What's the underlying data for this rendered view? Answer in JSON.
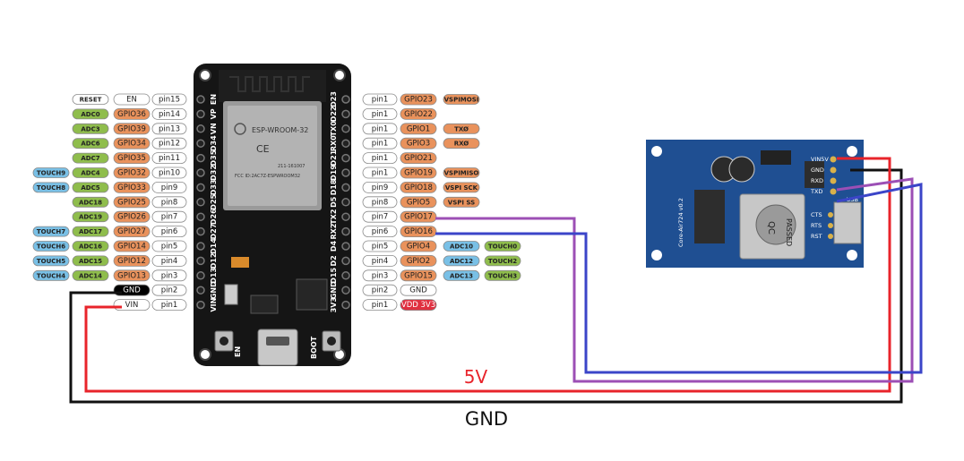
{
  "colors": {
    "gpio": "#e9925c",
    "adc": "#8fbd4c",
    "touch": "#79c0e6",
    "pin": "#ffffff",
    "vdd": "#e03040",
    "wire_red": "#e8242b",
    "wire_black": "#111111",
    "wire_purple": "#9c4fb5",
    "wire_blue": "#3b45c8",
    "board": "#151515",
    "module": "#1f4f92"
  },
  "esp32": {
    "module_label": "ESP-WROOM-32",
    "fcc_label": "FCC ID:2AC7Z-ESPWROOM32",
    "cert_number": "211-161007",
    "button_en": "EN",
    "button_boot": "BOOT",
    "left_pins": [
      {
        "pin": "pin15",
        "silk": "EN",
        "func": [
          "RESET"
        ],
        "name": "EN",
        "name_kind": "plain"
      },
      {
        "pin": "pin14",
        "silk": "VP",
        "func": [
          "ADC0"
        ],
        "name": "GPIO36",
        "name_kind": "gpio"
      },
      {
        "pin": "pin13",
        "silk": "VN",
        "func": [
          "ADC3"
        ],
        "name": "GPIO39",
        "name_kind": "gpio"
      },
      {
        "pin": "pin12",
        "silk": "D34",
        "func": [
          "ADC6"
        ],
        "name": "GPIO34",
        "name_kind": "gpio"
      },
      {
        "pin": "pin11",
        "silk": "D35",
        "func": [
          "ADC7"
        ],
        "name": "GPIO35",
        "name_kind": "gpio"
      },
      {
        "pin": "pin10",
        "silk": "D32",
        "func": [
          "TOUCH9",
          "ADC4"
        ],
        "name": "GPIO32",
        "name_kind": "gpio"
      },
      {
        "pin": "pin9",
        "silk": "D33",
        "func": [
          "TOUCH8",
          "ADC5"
        ],
        "name": "GPIO33",
        "name_kind": "gpio"
      },
      {
        "pin": "pin8",
        "silk": "D25",
        "func": [
          "ADC18"
        ],
        "name": "GPIO25",
        "name_kind": "gpio"
      },
      {
        "pin": "pin7",
        "silk": "D26",
        "func": [
          "ADC19"
        ],
        "name": "GPIO26",
        "name_kind": "gpio"
      },
      {
        "pin": "pin6",
        "silk": "D27",
        "func": [
          "TOUCH7",
          "ADC17"
        ],
        "name": "GPIO27",
        "name_kind": "gpio"
      },
      {
        "pin": "pin5",
        "silk": "D14",
        "func": [
          "TOUCH6",
          "ADC16"
        ],
        "name": "GPIO14",
        "name_kind": "gpio"
      },
      {
        "pin": "pin4",
        "silk": "D12",
        "func": [
          "TOUCH5",
          "ADC15"
        ],
        "name": "GPIO12",
        "name_kind": "gpio"
      },
      {
        "pin": "pin3",
        "silk": "D13",
        "func": [
          "TOUCH4",
          "ADC14"
        ],
        "name": "GPIO13",
        "name_kind": "gpio"
      },
      {
        "pin": "pin2",
        "silk": "GND",
        "func": [],
        "name": "GND",
        "name_kind": "dark"
      },
      {
        "pin": "pin1",
        "silk": "VIN",
        "func": [],
        "name": "VIN",
        "name_kind": "plain"
      }
    ],
    "right_pins": [
      {
        "pin": "pin1",
        "silk": "D23",
        "name": "GPIO23",
        "func": [
          "VSPIMOSI"
        ]
      },
      {
        "pin": "pin1",
        "silk": "D22",
        "name": "GPIO22",
        "func": []
      },
      {
        "pin": "pin1",
        "silk": "TX0",
        "name": "GPIO1",
        "func": [
          "TXØ"
        ]
      },
      {
        "pin": "pin1",
        "silk": "RX0",
        "name": "GPIO3",
        "func": [
          "RXØ"
        ]
      },
      {
        "pin": "pin1",
        "silk": "D21",
        "name": "GPIO21",
        "func": []
      },
      {
        "pin": "pin1",
        "silk": "D19",
        "name": "GPIO19",
        "func": [
          "VSPIMISO"
        ]
      },
      {
        "pin": "pin9",
        "silk": "D18",
        "name": "GPIO18",
        "func": [
          "VSPI SCK"
        ]
      },
      {
        "pin": "pin8",
        "silk": "D5",
        "name": "GPIO5",
        "func": [
          "VSPI SS"
        ]
      },
      {
        "pin": "pin7",
        "silk": "TX2",
        "name": "GPIO17",
        "func": []
      },
      {
        "pin": "pin6",
        "silk": "RX2",
        "name": "GPIO16",
        "func": []
      },
      {
        "pin": "pin5",
        "silk": "D4",
        "name": "GPIO4",
        "func": [
          "ADC10",
          "TOUCH0"
        ]
      },
      {
        "pin": "pin4",
        "silk": "D2",
        "name": "GPIO2",
        "func": [
          "ADC12",
          "TOUCH2"
        ]
      },
      {
        "pin": "pin3",
        "silk": "D15",
        "name": "GPIO15",
        "func": [
          "ADC13",
          "TOUCH3"
        ]
      },
      {
        "pin": "pin2",
        "silk": "GND",
        "name": "GND",
        "func": []
      },
      {
        "pin": "pin1",
        "silk": "3V3",
        "name": "VDD 3V3",
        "func": []
      }
    ]
  },
  "air724": {
    "board_label": "Core-Air724 v0.2",
    "sim_label": "PASSED",
    "sim_mark": "QC",
    "usb_label": "USB",
    "left_pads": [
      "CTS",
      "RTS",
      "RST"
    ],
    "connector_pads": [
      "VIN5V",
      "GND",
      "RXD",
      "TXD"
    ]
  },
  "wires": {
    "five_volt_label": "5V",
    "ground_label": "GND"
  }
}
